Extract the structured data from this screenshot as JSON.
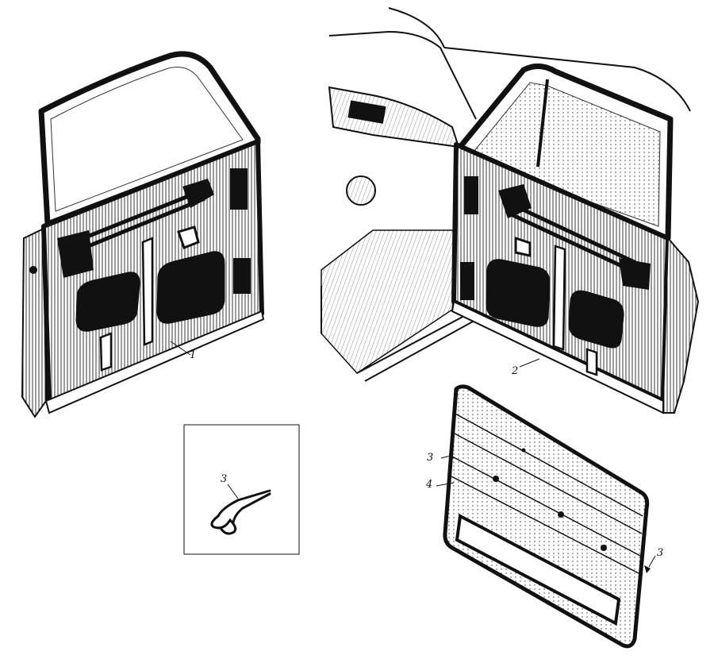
{
  "figure": {
    "colors": {
      "ink": "#111111",
      "paper": "#ffffff",
      "trim": "#1a1a1a"
    },
    "callouts": {
      "front_door_left": "1",
      "front_door_right": "2",
      "clip_inset": "3",
      "clip_upper": "3",
      "clip_lower": "3",
      "trim_panel": "4"
    }
  }
}
